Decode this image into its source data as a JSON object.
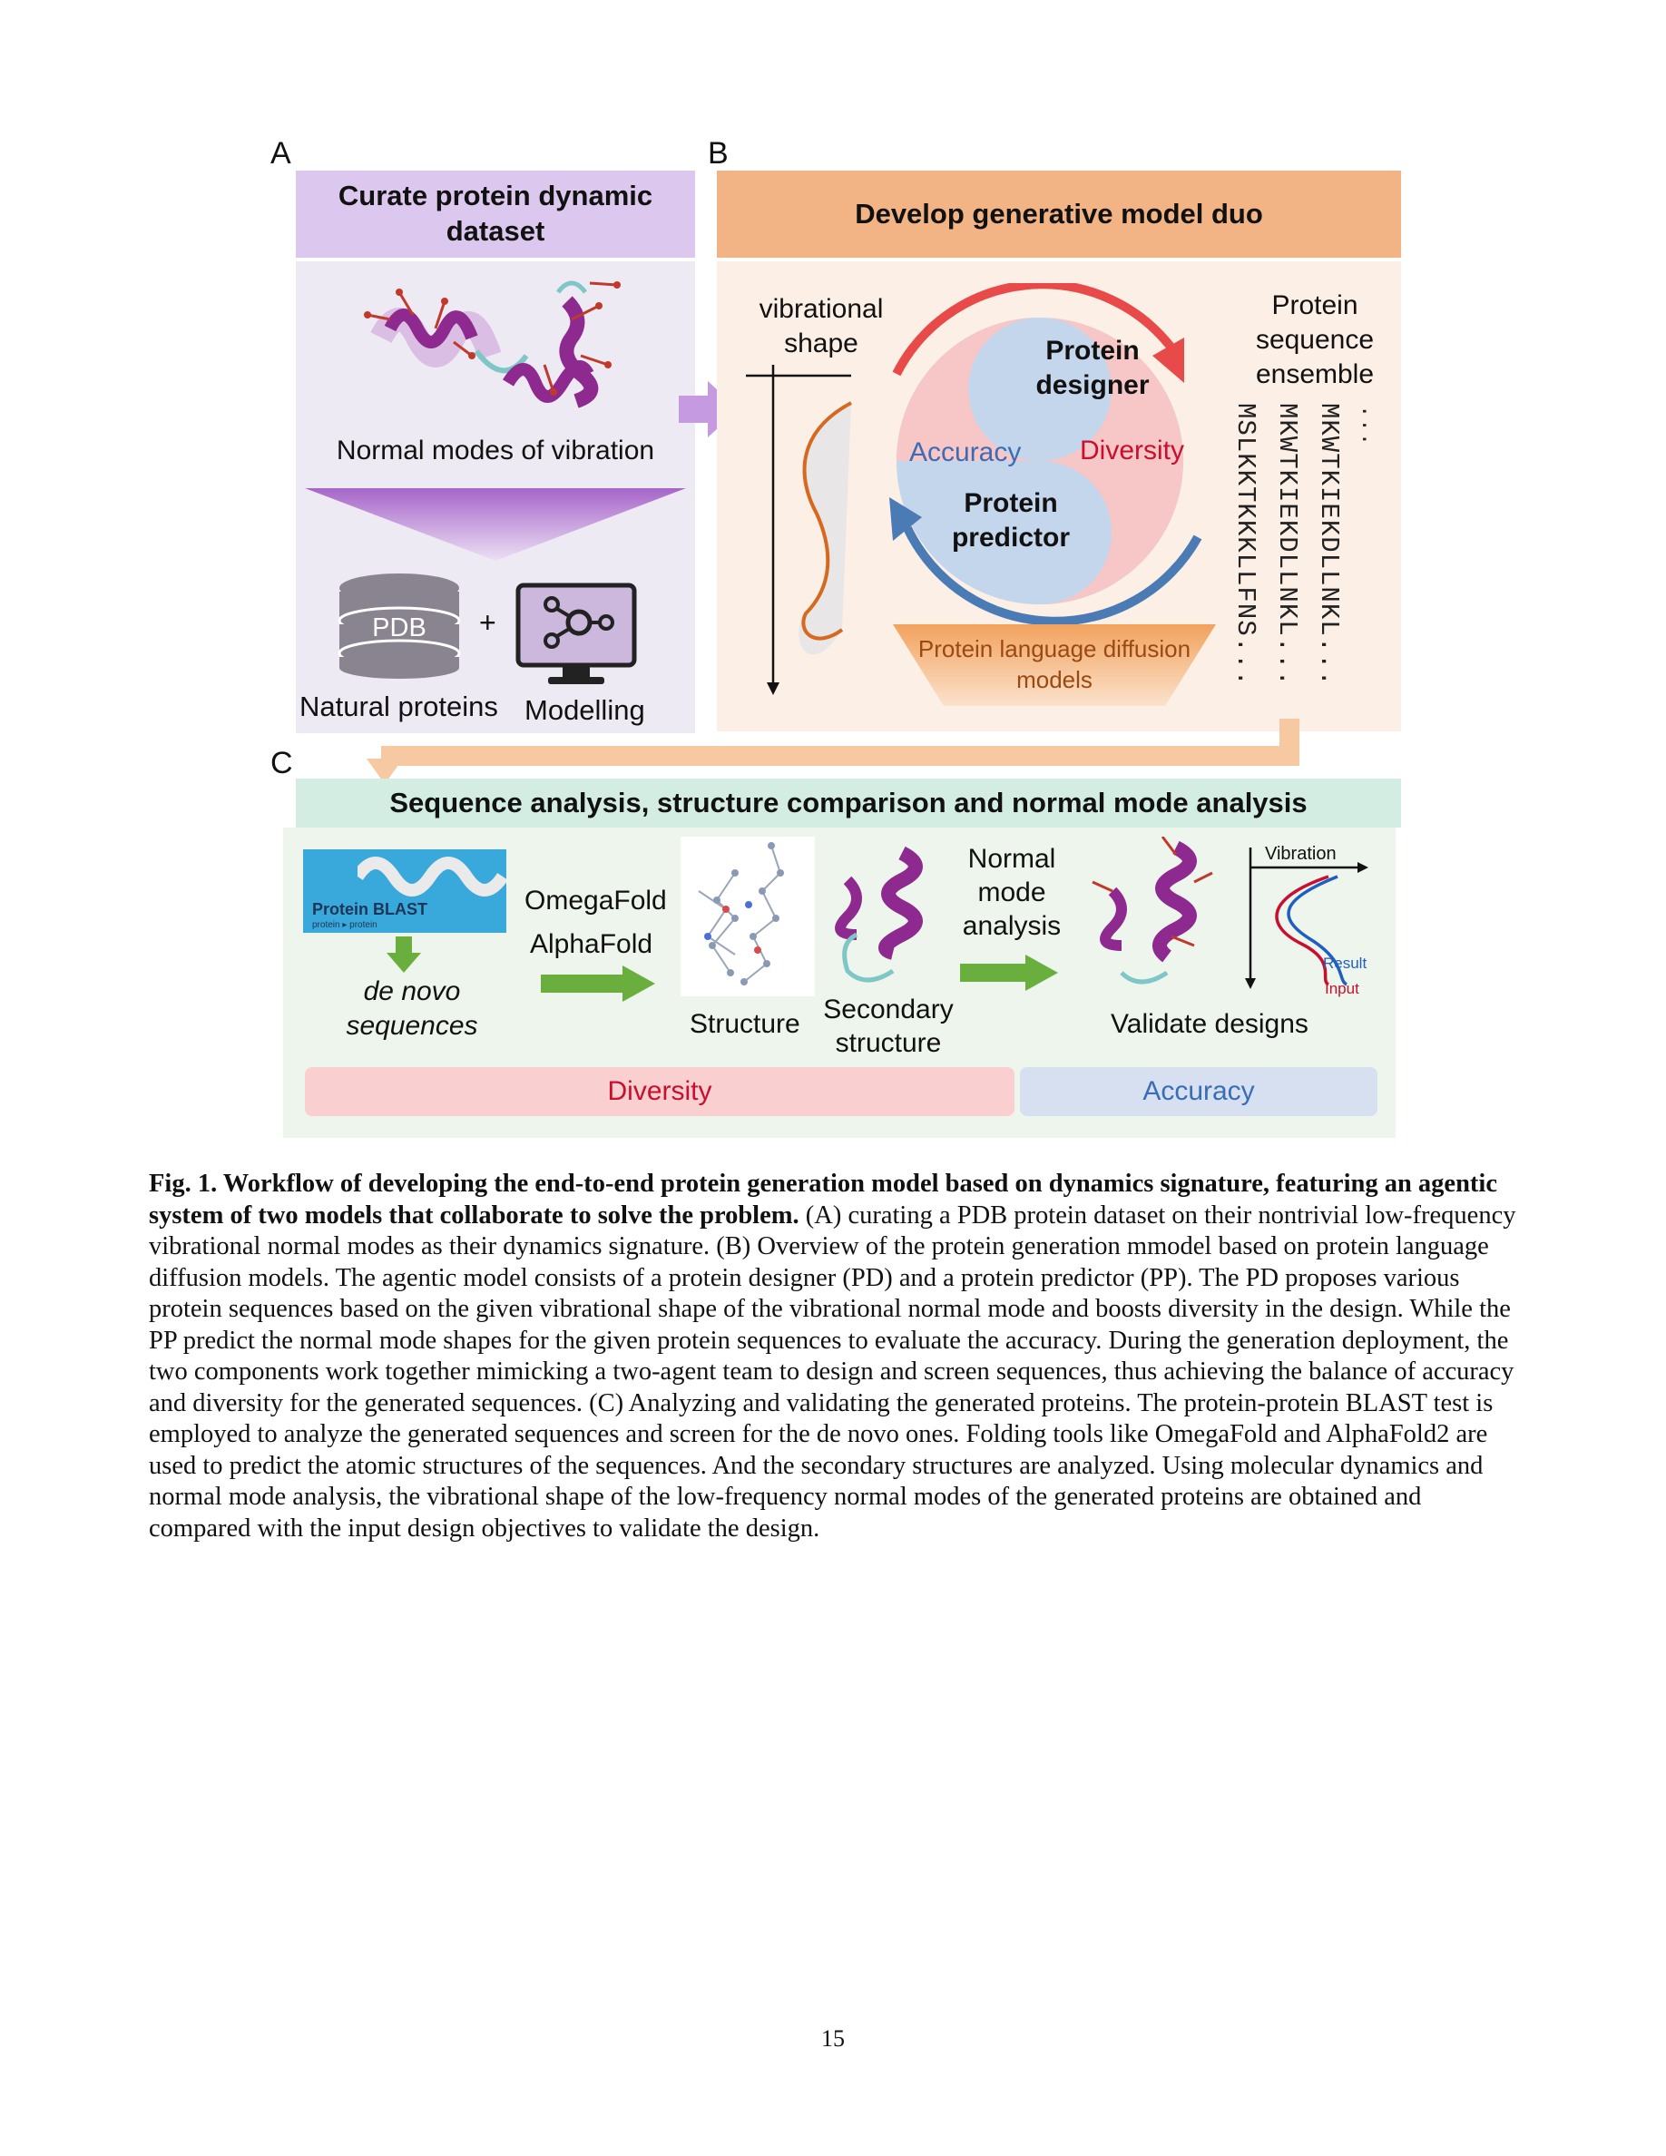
{
  "panels": {
    "a": {
      "letter": "A",
      "title": "Curate protein dynamic dataset",
      "normal_modes_label": "Normal modes of vibration",
      "pdb_label": "PDB",
      "plus": "+",
      "natural_label": "Natural proteins",
      "modelling_label": "Modelling"
    },
    "b": {
      "letter": "B",
      "title": "Develop generative model duo",
      "vibrational_label": "vibrational shape",
      "designer_label": "Protein designer",
      "predictor_label": "Protein predictor",
      "accuracy_label": "Accuracy",
      "diversity_label": "Diversity",
      "ensemble_label": "Protein sequence ensemble",
      "diffusion_label": "Protein language diffusion models",
      "sequences": [
        "MKWTKIEKDLLNKL...",
        "MKWTKIEKDLLNKL...",
        "MSLKKTKKKLLFNS..."
      ],
      "ellipsis": "..."
    },
    "c": {
      "letter": "C",
      "title": "Sequence analysis, structure comparison and normal mode analysis",
      "blast_label": "Protein BLAST",
      "blast_sub": "protein ▸ protein",
      "denovo_label": "de novo sequences",
      "omegafold": "OmegaFold",
      "alphafold": "AlphaFold",
      "structure_label": "Structure",
      "secondary_label": "Secondary structure",
      "nma_label": "Normal mode analysis",
      "validate_label": "Validate designs",
      "vibration_axis": "Vibration",
      "result_label": "Result",
      "input_label": "Input",
      "diversity_bar": "Diversity",
      "accuracy_bar": "Accuracy"
    }
  },
  "caption": {
    "bold": "Fig. 1. Workflow of developing the end-to-end protein generation model based on dynamics signature, featuring an agentic system of two models that collaborate to solve the problem.",
    "text": " (A) curating a PDB protein dataset on their nontrivial low-frequency vibrational normal modes as their dynamics signature. (B) Overview of the protein generation mmodel based on protein language diffusion models. The agentic model consists of a protein designer (PD) and a protein predictor (PP). The PD proposes various protein sequences based on the given vibrational shape of the vibrational normal mode and boosts diversity in the design. While the PP predict the normal mode shapes for the given protein sequences to evaluate the accuracy. During the generation deployment, the two components work together mimicking a two-agent team to design and screen sequences, thus achieving the balance of accuracy and diversity for the generated sequences. (C) Analyzing and validating the generated proteins. The protein-protein BLAST test is employed to analyze the generated sequences and screen for the de novo ones. Folding tools like OmegaFold and AlphaFold2 are used to predict the atomic structures of the sequences. And the secondary structures are analyzed. Using molecular dynamics and normal mode analysis, the vibrational shape of the low-frequency normal modes of the generated proteins are obtained and compared with the input design objectives to validate the design."
  },
  "page_number": "15",
  "colors": {
    "panel_a_header": "#dcc8ee",
    "panel_a_body": "#eeeaf3",
    "panel_b_header": "#f2b385",
    "panel_b_body": "#fcefe5",
    "panel_c_header": "#d3ede2",
    "panel_c_body": "#eef5ec",
    "diversity": "#c8102e",
    "accuracy": "#3a6db5",
    "arrow_green": "#6aaf3d"
  }
}
